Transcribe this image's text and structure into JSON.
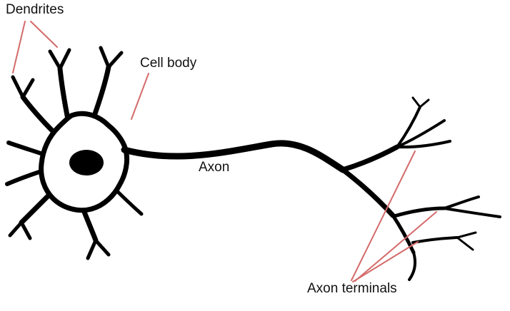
{
  "diagram": {
    "labels": {
      "dendrites": "Dendrites",
      "cell_body": "Cell body",
      "axon": "Axon",
      "axon_terminals": "Axon terminals"
    },
    "colors": {
      "structure": "#000000",
      "leader_line": "#d46a6a",
      "background": "#ffffff",
      "text": "#111111"
    }
  }
}
